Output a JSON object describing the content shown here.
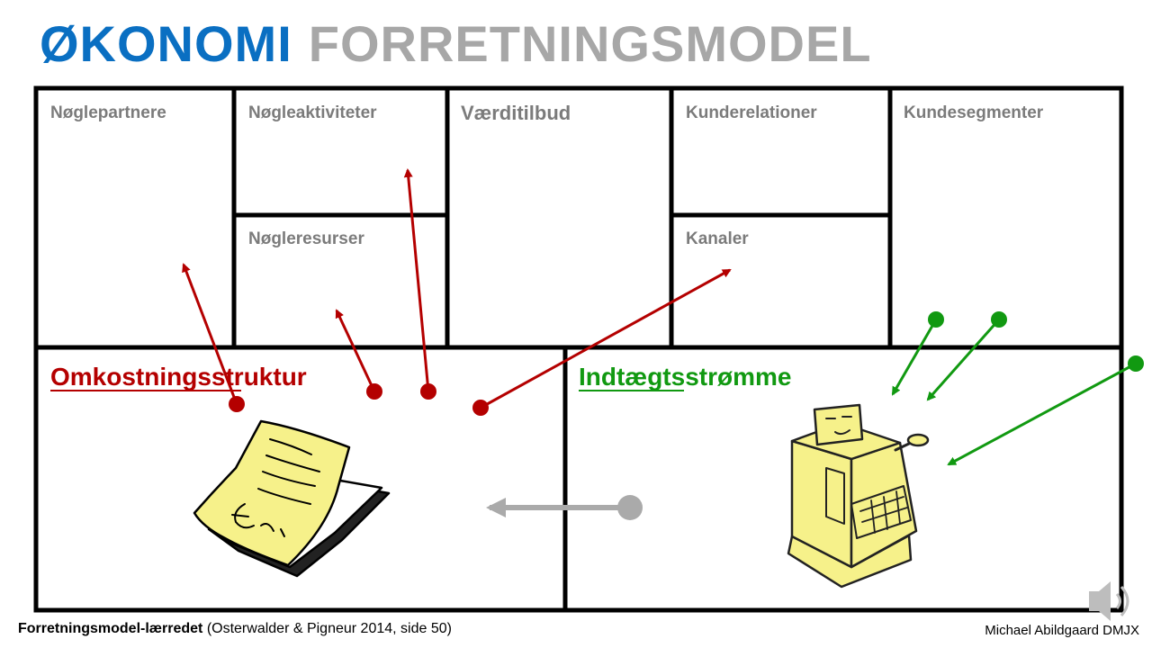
{
  "title": {
    "part1": "ØKONOMI",
    "part2": "FORRETNINGSMODEL"
  },
  "blocks": {
    "key_partners": "Nøglepartnere",
    "key_activities": "Nøgleaktiviteter",
    "key_resources": "Nøgleresurser",
    "value_propositions": "Værditilbud",
    "customer_relationships": "Kunderelationer",
    "channels": "Kanaler",
    "customer_segments": "Kundesegmenter",
    "cost_structure": "Omkostningsstruktur",
    "revenue_streams": "Indtægtsstrømme"
  },
  "colors": {
    "title_blue": "#0a6fc2",
    "title_grey": "#a7a7a7",
    "cost_red": "#b40000",
    "revenue_green": "#119911",
    "label_grey": "#7b7b7b",
    "neutral_arrow": "#aaaaaa"
  },
  "footer": {
    "source_title": "Forretningsmodel-lærredet",
    "source_ref": "(Osterwalder & Pigneur 2014, side 50)",
    "author": "Michael Abildgaard DMJX"
  },
  "icons": [
    "bill-papers-icon",
    "cash-register-icon",
    "speaker-icon"
  ]
}
